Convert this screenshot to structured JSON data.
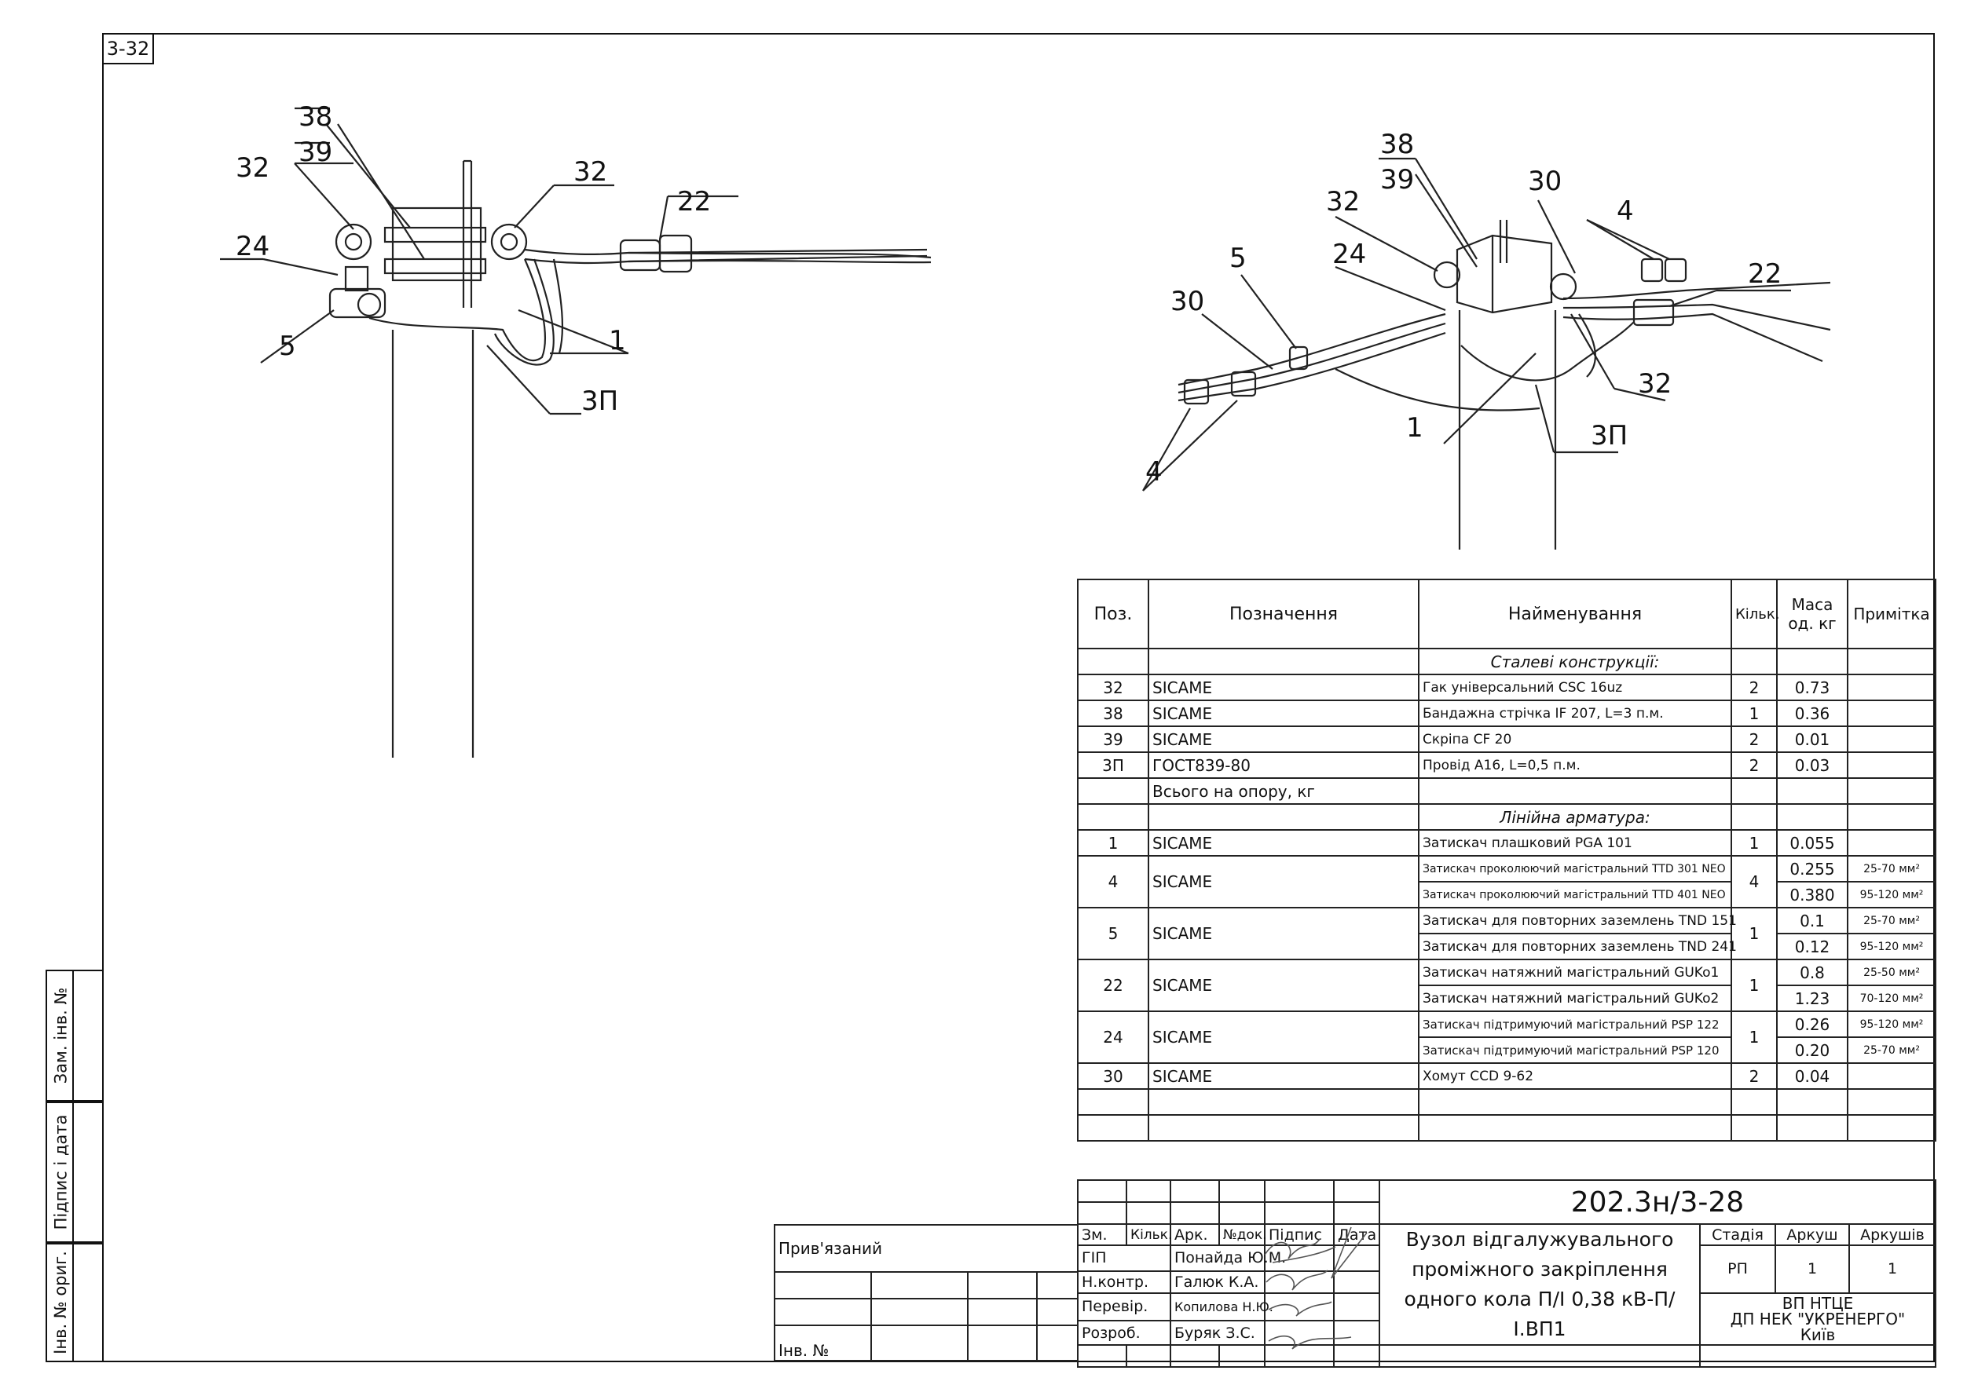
{
  "sheet_code": "3-32",
  "side_labels": {
    "replaced_inv": "Зам. інв. №",
    "signature_date": "Підпис і дата",
    "orig_inv": "Інв. № ориг."
  },
  "left_view_labels": [
    "38",
    "39",
    "32",
    "32",
    "24",
    "5",
    "22",
    "1",
    "3П"
  ],
  "right_view_labels": [
    "38",
    "39",
    "32",
    "30",
    "4",
    "5",
    "24",
    "22",
    "30",
    "32",
    "1",
    "3П",
    "4"
  ],
  "spec": {
    "headers": {
      "pos": "Поз.",
      "designation": "Позначення",
      "name": "Найменування",
      "qty": "Кільк.",
      "mass": "Маса од. кг",
      "note": "Примітка"
    },
    "section_steel": "Сталеві конструкції:",
    "section_hardware": "Лінійна арматура:",
    "steel_rows": [
      {
        "pos": "32",
        "designation": "SICAME",
        "name": "Гак універсальний CSC 16uz",
        "qty": "2",
        "mass": "0.73",
        "note": ""
      },
      {
        "pos": "38",
        "designation": "SICAME",
        "name": "Бандажна стрічка IF 207, L=3 п.м.",
        "qty": "1",
        "mass": "0.36",
        "note": ""
      },
      {
        "pos": "39",
        "designation": "SICAME",
        "name": "Скріпа CF 20",
        "qty": "2",
        "mass": "0.01",
        "note": ""
      },
      {
        "pos": "3П",
        "designation": "ГОСТ839-80",
        "name": "Провід А16, L=0,5 п.м.",
        "qty": "2",
        "mass": "0.03",
        "note": ""
      }
    ],
    "total_label": "Всього на опору, кг",
    "row_1": {
      "pos": "1",
      "designation": "SICAME",
      "name": "Затискач плашковий PGA 101",
      "qty": "1",
      "mass": "0.055"
    },
    "row_4": {
      "pos": "4",
      "designation": "SICAME",
      "qty": "4",
      "name_a": "Затискач проколюючий магістральний TTD 301 NEO",
      "mass_a": "0.255",
      "note_a": "25-70 мм²",
      "name_b": "Затискач проколюючий магістральний TTD 401 NEO",
      "mass_b": "0.380",
      "note_b": "95-120 мм²"
    },
    "row_5": {
      "pos": "5",
      "designation": "SICAME",
      "qty": "1",
      "name_a": "Затискач для повторних заземлень TND 151",
      "mass_a": "0.1",
      "note_a": "25-70 мм²",
      "name_b": "Затискач для повторних заземлень TND 241",
      "mass_b": "0.12",
      "note_b": "95-120 мм²"
    },
    "row_22": {
      "pos": "22",
      "designation": "SICAME",
      "qty": "1",
      "name_a": "Затискач натяжний магістральний GUKo1",
      "mass_a": "0.8",
      "note_a": "25-50 мм²",
      "name_b": "Затискач натяжний магістральний GUKo2",
      "mass_b": "1.23",
      "note_b": "70-120 мм²"
    },
    "row_24": {
      "pos": "24",
      "designation": "SICAME",
      "qty": "1",
      "name_a": "Затискач підтримуючий магістральний PSP 122",
      "mass_a": "0.26",
      "note_a": "95-120 мм²",
      "name_b": "Затискач підтримуючий магістральний PSP 120",
      "mass_b": "0.20",
      "note_b": "25-70 мм²"
    },
    "row_30": {
      "pos": "30",
      "designation": "SICAME",
      "name": "Хомут CCD 9-62",
      "qty": "2",
      "mass": "0.04",
      "note": ""
    }
  },
  "title_block": {
    "doc_code": "202.3н/3-28",
    "linked_label": "Прив'язаний",
    "inv_label": "Інв. №",
    "col_headers": {
      "change": "Зм.",
      "qty": "Кільк.",
      "sheet": "Арк.",
      "doc": "№док.",
      "sign": "Підпис",
      "date": "Дата"
    },
    "roles": [
      {
        "role": "ГІП",
        "name": "Понайда Ю.М."
      },
      {
        "role": "Н.контр.",
        "name": "Галюк К.А."
      },
      {
        "role": "Перевір.",
        "name": "Копилова Н.Ю."
      },
      {
        "role": "Розроб.",
        "name": "Буряк З.С."
      }
    ],
    "drawing_title_1": "Вузол відгалужувального",
    "drawing_title_2": "проміжного закріплення",
    "drawing_title_3": "одного кола П/І 0,38 кВ-П/І.ВП1",
    "stage_label": "Стадія",
    "sheet_label": "Аркуш",
    "sheets_label": "Аркушів",
    "stage": "РП",
    "sheet": "1",
    "sheets": "1",
    "org_1": "ВП НТЦЕ",
    "org_2": "ДП НЕК \"УКРЕНЕРГО\"",
    "org_3": "Київ"
  }
}
